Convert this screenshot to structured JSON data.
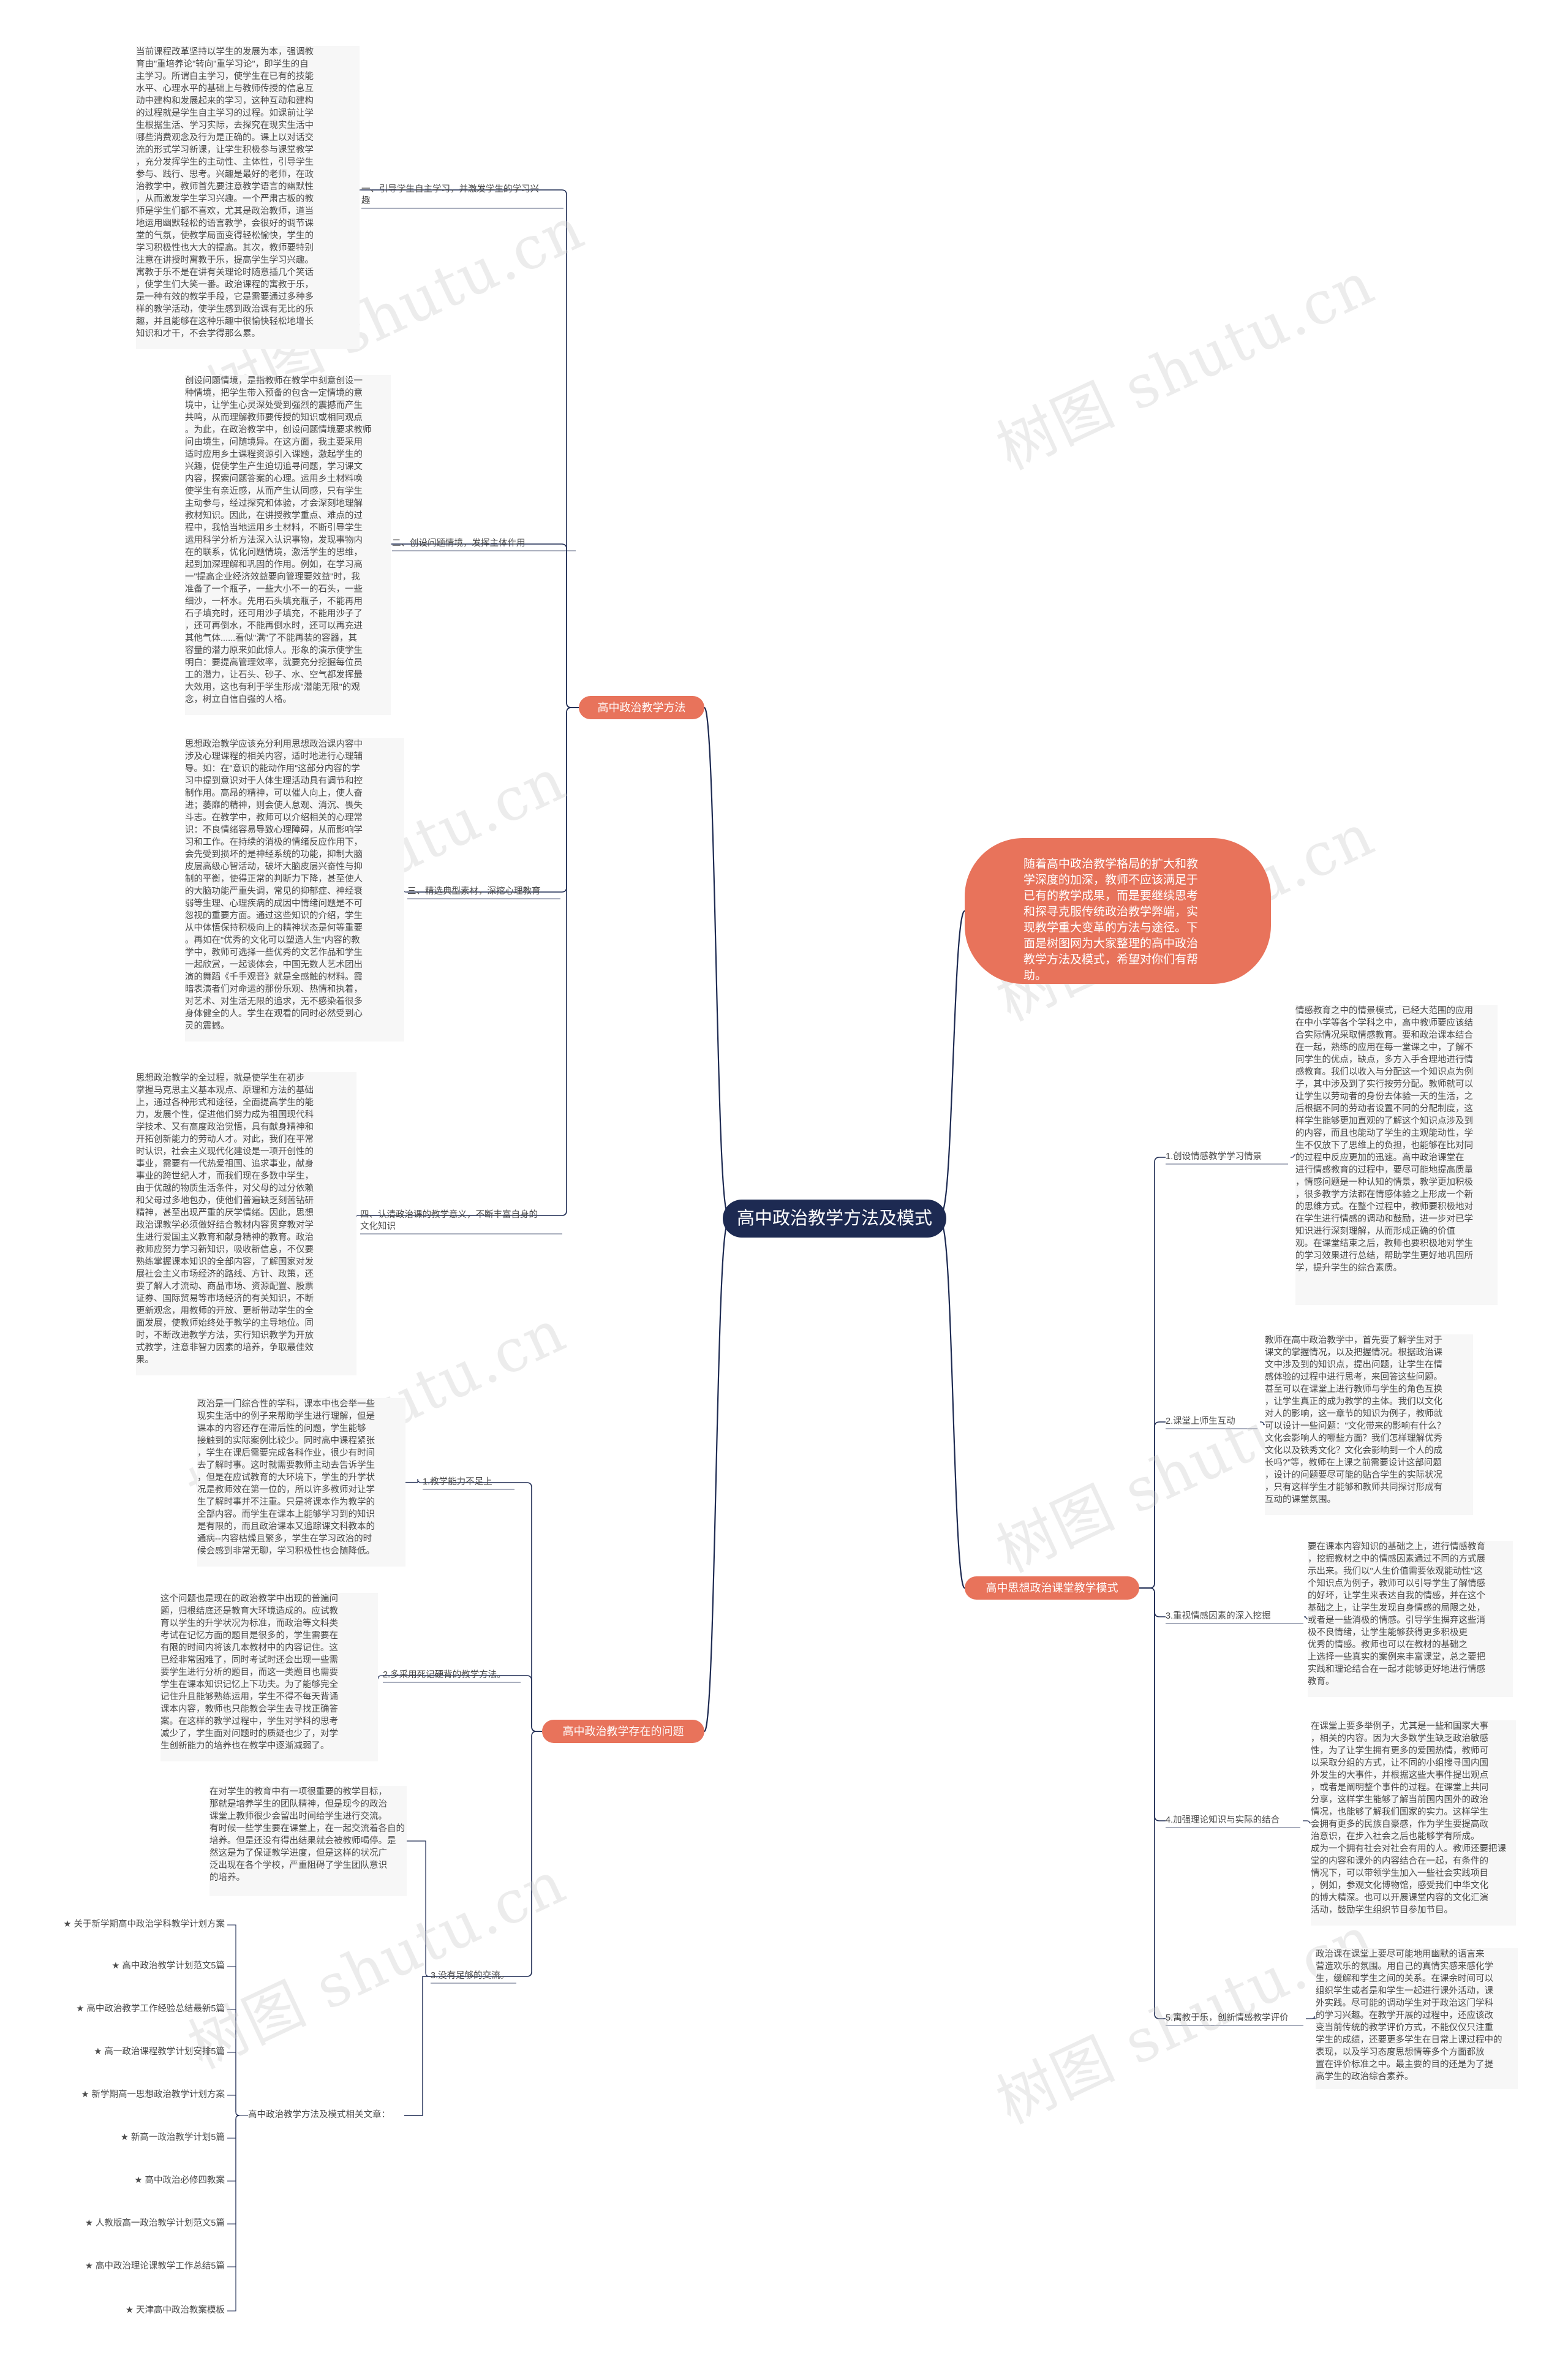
{
  "center": "高中政治教学方法及模式",
  "intro": "随着高中政治教学格局的扩大和教\n学深度的加深，教师不应该满足于\n已有的教学成果，而是要继续思考\n和探寻克服传统政治教学弊端，实\n现教学重大变革的方法与途径。下\n面是树图网为大家整理的高中政治\n教学方法及模式，希望对你们有帮\n助。",
  "branches": {
    "methods": "高中政治教学方法",
    "mode": "高中思想政治课堂教学模式",
    "problems": "高中政治教学存在的问题"
  },
  "methods_items": [
    {
      "label": "一、引导学生自主学习，并激发学生的学习兴\n趣",
      "text": "当前课程改革坚持以学生的发展为本，强调教\n育由\"重培养论\"转向\"重学习论\"，即学生的自\n主学习。所谓自主学习，使学生在已有的技能\n水平、心理水平的基础上与教师传授的信息互\n动中建构和发展起来的学习，这种互动和建构\n的过程就是学生自主学习的过程。如课前让学\n生根据生活、学习实际，去探究在现实生活中\n哪些消费观念及行为是正确的。课上以对话交\n流的形式学习新课，让学生积极参与课堂教学\n，充分发挥学生的主动性、主体性，引导学生\n参与、践行、思考。兴趣是最好的老师，在政\n治教学中，教师首先要注意教学语言的幽默性\n，从而激发学生学习兴趣。一个严肃古板的教\n师是学生们都不喜欢，尤其是政治教师，道当\n地运用幽默轻松的语言教学，会很好的调节课\n堂的气氛，使教学局面变得轻松愉快，学生的\n学习积极性也大大的提高。其次，教师要特别\n注意在讲授时寓教于乐，提高学生学习兴趣。\n寓教于乐不是在讲有关理论时随意插几个笑话\n，使学生们大笑一番。政治课程的寓教于乐，\n是一种有效的教学手段，它是需要通过多种多\n样的教学活动，使学生感到政治课有无比的乐\n趣，并且能够在这种乐趣中很愉快轻松地增长\n知识和才干，不会学得那么累。"
    },
    {
      "label": "二、创设问题情境，发挥主体作用",
      "text": "创设问题情境，是指教师在教学中刻意创设一\n种情境，把学生带入预备的包含一定情境的意\n境中，让学生心灵深处受到强烈的震撼而产生\n共鸣，从而理解教师要传授的知识或相同观点\n。为此，在政治教学中，创设问题情境要求教师\n问由境生，问随境异。在这方面，我主要采用\n适时应用乡土课程资源引入课题，激起学生的\n兴趣，促使学生产生迫切追寻问题，学习课文\n内容，探索问题答案的心理。运用乡土材料唤\n使学生有亲近感，从而产生认同感，只有学生\n主动参与，经过探究和体验，才会深刻地理解\n教材知识。因此，在讲授教学重点、难点的过\n程中，我恰当地运用乡土材料，不断引导学生\n运用科学分析方法深入认识事物，发现事物内\n在的联系，优化问题情境，激活学生的思维，\n起到加深理解和巩固的作用。例如，在学习高\n一\"提高企业经济效益要向管理要效益\"时，我\n准备了一个瓶子，一些大小不一的石头，一些\n细沙，一杯水。先用石头填充瓶子，不能再用\n石子填充时，还可用沙子填充，不能用沙子了\n，还可再倒水，不能再倒水时，还可以再充进\n其他气体......看似\"满\"了不能再装的容器，其\n容量的潜力原来如此惊人。形象的演示使学生\n明白：要提高管理效率，就要充分挖掘每位员\n工的潜力，让石头、砂子、水、空气都发挥最\n大效用，这也有利于学生形成\"潜能无限\"的观\n念，树立自信自强的人格。"
    },
    {
      "label": "三、精选典型素材，深挖心理教育",
      "text": "思想政治教学应该充分利用思想政治课内容中\n涉及心理课程的相关内容，适时地进行心理辅\n导。如：在\"意识的能动作用\"这部分内容的学\n习中提到意识对于人体生理活动具有调节和控\n制作用。高昂的精神，可以催人向上，使人奋\n进；萎靡的精神，则会使人怠观、消沉、畏失\n斗志。在教学中，教师可以介绍相关的心理常\n识：不良情绪容易导致心理障碍，从而影响学\n习和工作。在持续的消极的情绪反应作用下，\n会先受到损坏的是神经系统的功能，抑制大脑\n皮层高级心智活动，破坏大脑皮层兴奋性与抑\n制的平衡，使得正常的判断力下降，甚至使人\n的大脑功能严重失调，常见的抑郁症、神经衰\n弱等生理、心理疾病的成因中情绪问题是不可\n忽视的重要方面。通过这些知识的介绍，学生\n从中体悟保持积极向上的精神状态是何等重要\n。再如在\"优秀的文化可以塑造人生\"内容的教\n学中，教师可选择一些优秀的文艺作品和学生\n一起欣赏，一起谈体会，中国无数人艺术团出\n演的舞蹈《千手观音》就是全感触的材料。霞\n暗表演者们对命运的那份乐观、热情和执着，\n对艺术、对生活无限的追求，无不感染着很多\n身体健全的人。学生在观看的同时必然受到心\n灵的震撼。"
    },
    {
      "label": "四、认清政治课的教学意义，不断丰富自身的\n文化知识",
      "text": "思想政治教学的全过程，就是使学生在初步\n掌握马克思主义基本观点、原理和方法的基础\n上，通过各种形式和途径，全面提高学生的能\n力，发展个性，促进他们努力成为祖国现代科\n学技术、又有高度政治觉悟，具有献身精神和\n开拓创新能力的劳动人才。对此，我们在平常\n时认识，社会主义现代化建设是一项开创性的\n事业，需要有一代热爱祖国、追求事业，献身\n事业的跨世纪人才，而我们现在多数中学生，\n由于优越的物质生活条件，对父母的过分依赖\n和父母过多地包办，使他们普遍缺乏刻苦钻研\n精神，甚至出现严重的厌学情绪。因此，思想\n政治课教学必须做好结合教材内容贯穿教对学\n生进行爱国主义教育和献身精神的教育。政治\n教师应努力学习新知识，吸收新信息，不仅要\n熟练掌握课本知识的全部内容，了解国家对发\n展社会主义市场经济的路线、方针、政策，还\n要了解人才流动、商品市场、资源配置、股票\n证券、国际贸易等市场经济的有关知识，不断\n更新观念，用教师的开放、更新带动学生的全\n面发展，使教师始终处于教学的主导地位。同\n时，不断改进教学方法，实行知识教学为开放\n式教学，注意非智力因素的培养，争取最佳效\n果。"
    }
  ],
  "mode_items": [
    {
      "label": "1.创设情感教学学习情景",
      "text": "情感教育之中的情景模式，已经大范围的应用\n在中小学等各个学科之中，高中教师要应该结\n合实际情况采取情感教育。要和政治课本结合\n在一起，熟练的应用在每一堂课之中，了解不\n同学生的优点，缺点，多方入手合理地进行情\n感教育。我们以收入与分配这一个知识点为例\n子，其中涉及到了实行按劳分配。教师就可以\n让学生以劳动者的身份去体验一天的生活，之\n后根据不同的劳动者设置不同的分配制度，这\n样学生能够更加直观的了解这个知识点涉及到\n的内容，而且也能动了学生的主观能动性，学\n生不仅放下了思维上的负担，也能够在比对同\n的过程中反应更加的迅速。高中政治课堂在\n进行情感教育的过程中，要尽可能地提高质量\n，情感问题是一种认知的情景，教学更加积极\n，很多教学方法都在情感体验之上形成一个新\n的思维方式。在整个过程中，教师要积极地对\n在学生进行情感的调动和鼓励，进一步对已学\n知识进行深刻理解，从而形成正确的价值\n观。在课堂结束之后，教师也要积极地对学生\n的学习效果进行总结，帮助学生更好地巩固所\n学，提升学生的综合素质。"
    },
    {
      "label": "2.课堂上师生互动",
      "text": "教师在高中政治教学中，首先要了解学生对于\n课文的掌握情况，以及把握情况。根据政治课\n文中涉及到的知识点，提出问题，让学生在情\n感体验的过程中进行思考，来回答这些问题。\n甚至可以在课堂上进行教师与学生的角色互换\n，让学生真正的成为教学的主体。我们以文化\n对人的影响，这一章节的知识为例子，教师就\n可以设计一些问题：\"文化带来的影响有什么？\n文化会影响人的哪些方面？我们怎样理解优秀\n文化以及铁秀文化？文化会影响到一个人的成\n长吗?\"等，教师在上课之前需要设计这部问题\n，设计的问题要尽可能的贴合学生的实际状况\n，只有这样学生才能够和教师共同探讨形成有\n互动的课堂氛围。"
    },
    {
      "label": "3.重视情感因素的深入挖掘",
      "text": "要在课本内容知识的基础之上，进行情感教育\n，挖掘教材之中的情感因素通过不同的方式展\n示出来。我们以\"人生价值需要依观能动性\"这\n个知识点为例子，教师可以引导学生了解情感\n的好坏，让学生来表达自我的情感，并在这个\n基础之上，让学生发现自身情感的局限之处，\n或者是一些消极的情感。引导学生摒弃这些消\n极不良情绪，让学生能够获得更多积极更\n优秀的情感。教师也可以在教材的基础之\n上选择一些真实的案例来丰富课堂，总之要把\n实践和理论结合在一起才能够更好地进行情感\n教育。"
    },
    {
      "label": "4.加强理论知识与实际的结合",
      "text": "在课堂上要多举例子，尤其是一些和国家大事\n，相关的内容。因为大多数学生缺乏政治敏感\n性，为了让学生拥有更多的爱国热情，教师可\n以采取分组的方式，让不同的小组搜寻国内国\n外发生的大事件，并根据这些大事件提出观点\n，或者是阐明整个事件的过程。在课堂上共同\n分享，这样学生能够了解当前国内国外的政治\n情况，也能够了解我们国家的实力。这样学生\n会拥有更多的民族自豪感，作为学生要提高政\n治意识，在步入社会之后也能够学有所成。\n成为一个拥有社会对社会有用的人。教师还要把课\n堂的内容和课外的内容结合在一起，有条件的\n情况下，可以带领学生加入一些社会实践项目\n，例如，参观文化博物馆，感受我们中华文化\n的博大精深。也可以开展课堂内容的文化汇演\n活动，鼓励学生组织节目参加节目。"
    },
    {
      "label": "5.寓教于乐，创新情感教学评价",
      "text": "政治课在课堂上要尽可能地用幽默的语言来\n营造欢乐的氛围。用自己的真情实感来感化学\n生，缓解和学生之间的关系。在课余时间可以\n组织学生或者是和学生一起进行课外活动，课\n外实践。尽可能的调动学生对于政治这门学科\n的学习兴趣。在教学开展的过程中，还应该改\n变当前传统的教学评价方式，不能仅仅只注重\n学生的成绩，还要更多学生在日常上课过程中的\n表现，以及学习态度思想情等多个方面都放\n置在评价标准之中。最主要的目的还是为了提\n高学生的政治综合素养。"
    }
  ],
  "problems_items": [
    {
      "label": "1.教学能力不足上",
      "text": "政治是一门综合性的学科，课本中也会举一些\n现实生活中的例子来帮助学生进行理解，但是\n课本的内容还存在滞后性的问题，学生能够\n接触到的实际案例比较少。同时高中课程紧张\n，学生在课后需要完成各科作业，很少有时间\n去了解时事。这时就需要教师主动去告诉学生\n，但是在应试教育的大环境下，学生的升学状\n况是教师效在第一位的，所以许多教师对让学\n生了解时事并不注重。只是将课本作为教学的\n全部内容。而学生在课本上能够学习到的知识\n是有限的，而且政治课本又追踪课文科教本的\n通病--内容枯燥且繁多，学生在学习政治的时\n候会感到非常无聊，学习积极性也会随降低。"
    },
    {
      "label": "2.多采用死记硬背的教学方法。",
      "text": "这个问题也是现在的政治教学中出现的普遍问\n题，归根结底还是教育大环境造成的。应试教\n育以学生的升学状况为标准，而政治等文科类\n考试在记忆方面的题目是很多的，学生需要在\n有限的时间内将该几本教材中的内容记住。这\n已经非常困难了，同时考试时还会出现一些需\n要学生进行分析的题目，而这一类题目也需要\n学生在课本知识记忆上下功夫。为了能够完全\n记住升且能够熟练运用，学生不得不每天背诵\n课本内容，教师也只能教会学生去寻找正确答\n案。在这样的教学过程中，学生对学科的思考\n减少了，学生面对问题时的质疑也少了，对学\n生创新能力的培养也在教学中逐渐减弱了。"
    },
    {
      "label": "3.没有足够的交流。",
      "text": "在对学生的教育中有一项很重要的教学目标，\n那就是培养学生的团队精神，但是现今的政治\n课堂上教师很少会留出时间给学生进行交流。\n有时候一些学生要在课堂上，在一起交流着各自的\n培养。但是还没有得出结果就会被教师喝停。是\n然这是为了保证教学进度，但是这样的状况广\n泛出现在各个学校，严重阻碍了学生团队意识\n的培养。"
    }
  ],
  "related": {
    "label": "高中政治教学方法及模式相关文章：",
    "items": [
      "★ 关于新学期高中政治学科教学计划方案",
      "★ 高中政治教学计划范文5篇",
      "★ 高中政治教学工作经验总结最新5篇",
      "★ 高一政治课程教学计划安排5篇",
      "★ 新学期高一思想政治教学计划方案",
      "★ 新高一政治教学计划5篇",
      "★ 高中政治必修四教案",
      "★ 人教版高一政治教学计划范文5篇",
      "★ 高中政治理论课教学工作总结5篇",
      "★ 天津高中政治教案模板"
    ]
  },
  "watermark": "树图 shutu.cn",
  "colors": {
    "center": "#1d2a52",
    "branch": "#e8735b",
    "line": "#1d2a52"
  }
}
